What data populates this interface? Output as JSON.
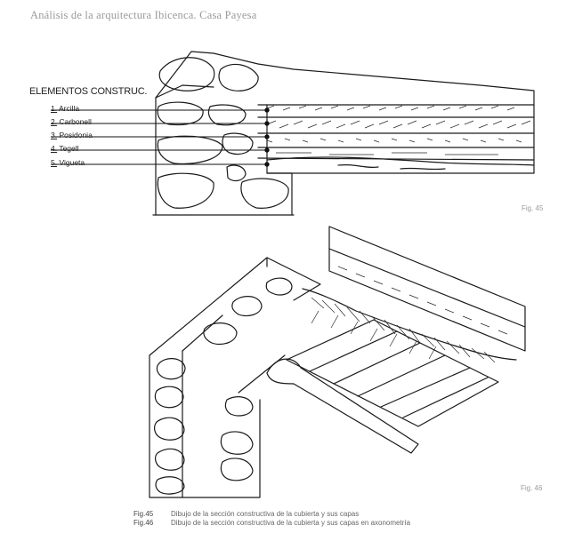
{
  "header": {
    "title": "Análisis de la arquitectura Ibicenca. Casa Payesa"
  },
  "legend": {
    "title": "ELEMENTOS CONSTRUC.",
    "items": [
      {
        "num": "1.",
        "label": "Arcilla"
      },
      {
        "num": "2.",
        "label": "Carbonell"
      },
      {
        "num": "3.",
        "label": "Posidonia"
      },
      {
        "num": "4.",
        "label": "Tegell"
      },
      {
        "num": "5.",
        "label": "Vigueta"
      }
    ]
  },
  "figures": {
    "fig45_label": "Fig. 45",
    "fig46_label": "Fig. 46"
  },
  "captions": [
    {
      "num": "Fig.45",
      "text": "Dibujo de la sección constructiva de la cubierta y sus capas"
    },
    {
      "num": "Fig.46",
      "text": "Dibujo de la sección constructiva de la cubierta y sus capas en axonometría"
    }
  ]
}
